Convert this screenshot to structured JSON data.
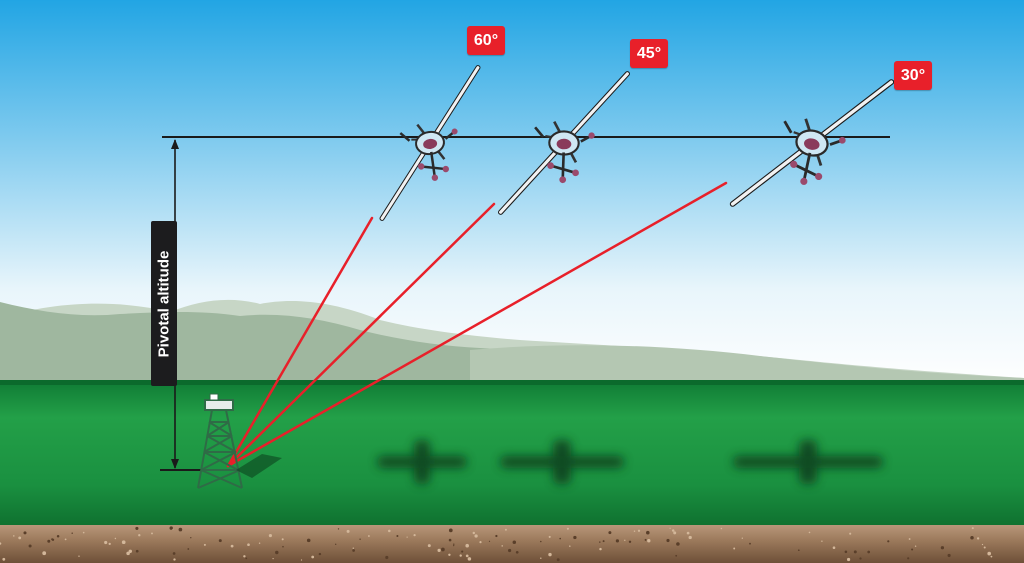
{
  "diagram": {
    "altitude_label": "Pivotal altitude",
    "angles": [
      {
        "label": "60°"
      },
      {
        "label": "45°"
      },
      {
        "label": "30°"
      }
    ],
    "colors": {
      "sky_top": "#2aa9e5",
      "sky_bottom": "#ffffff",
      "hills": "#a9bda9",
      "ground": "#1a8f3a",
      "sight_line": "#e8202a",
      "badge": "#e8202a",
      "pylon": "#2f6b46",
      "soil": "#8a6a4f"
    },
    "icons": [
      "airplane-icon",
      "pylon-icon",
      "airplane-shadow-icon"
    ]
  }
}
